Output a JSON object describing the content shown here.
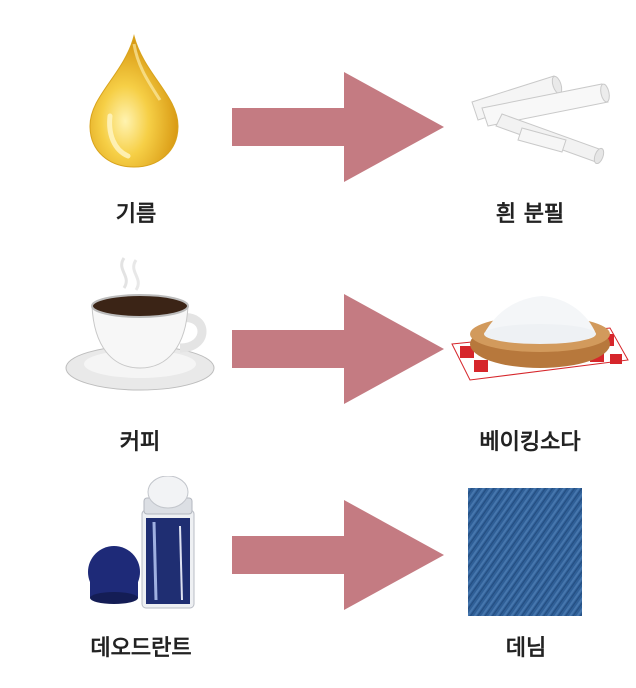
{
  "rows": [
    {
      "left_label": "기름",
      "right_label": "흰 분필"
    },
    {
      "left_label": "커피",
      "right_label": "베이킹소다"
    },
    {
      "left_label": "데오드란트",
      "right_label": "데님"
    }
  ],
  "colors": {
    "arrow": "#c47b82",
    "oil": "#f3c33a",
    "chalk": "#f2f2f2",
    "coffee": "#3b2416",
    "soda_bowl": "#c48a4c",
    "tablecloth": "#d6262b",
    "deodorant": "#1f2e72",
    "denim": "#2f5f97"
  },
  "icons": [
    "oil-drop-icon",
    "chalk-icon",
    "coffee-cup-icon",
    "baking-soda-icon",
    "deodorant-icon",
    "denim-icon",
    "arrow-right-icon"
  ]
}
